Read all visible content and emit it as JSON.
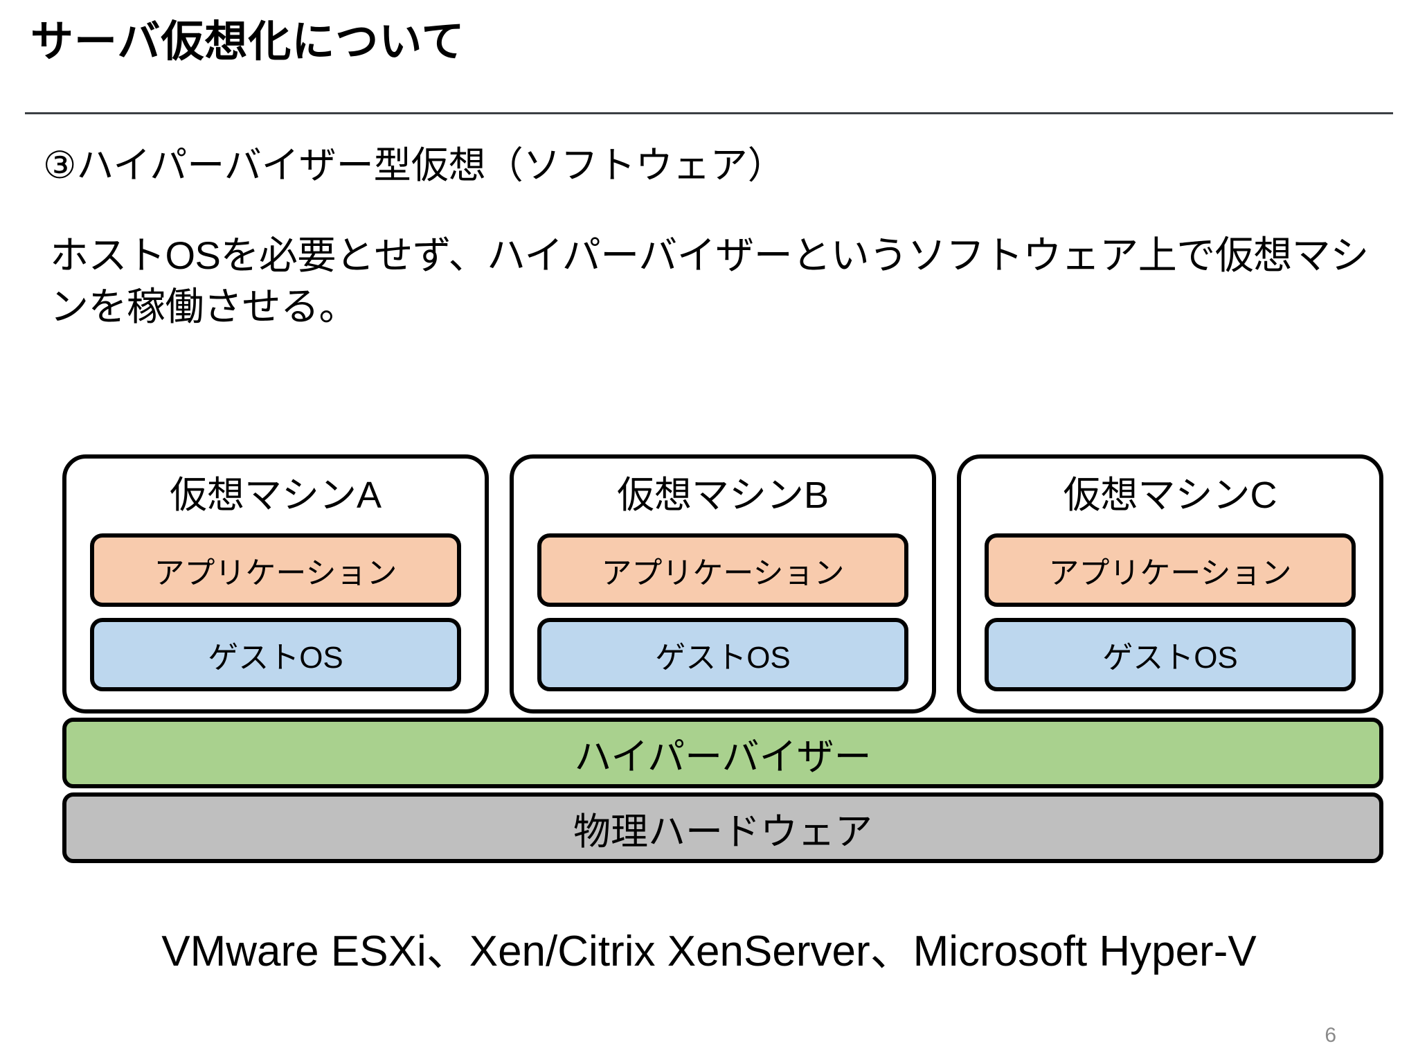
{
  "slide": {
    "title": "サーバ仮想化について",
    "section_heading": "③ハイパーバイザー型仮想（ソフトウェア）",
    "body_text": "ホストOSを必要とせず、ハイパーバイザーというソフトウェア上で仮想マシンを稼働させる。",
    "caption": "VMware ESXi、Xen/Citrix XenServer、Microsoft Hyper-V",
    "page_number": "6"
  },
  "diagram": {
    "virtual_machines": [
      {
        "title": "仮想マシンA",
        "app_label": "アプリケーション",
        "guest_os_label": "ゲストOS"
      },
      {
        "title": "仮想マシンB",
        "app_label": "アプリケーション",
        "guest_os_label": "ゲストOS"
      },
      {
        "title": "仮想マシンC",
        "app_label": "アプリケーション",
        "guest_os_label": "ゲストOS"
      }
    ],
    "hypervisor_label": "ハイパーバイザー",
    "hardware_label": "物理ハードウェア"
  },
  "colors": {
    "application": "#F8CBAD",
    "guest_os": "#BDD7EE",
    "hypervisor": "#A9D18E",
    "hardware": "#BFBFBF",
    "outline": "#000000",
    "rule": "#3B3F44",
    "page_number": "#8A8A8A"
  }
}
